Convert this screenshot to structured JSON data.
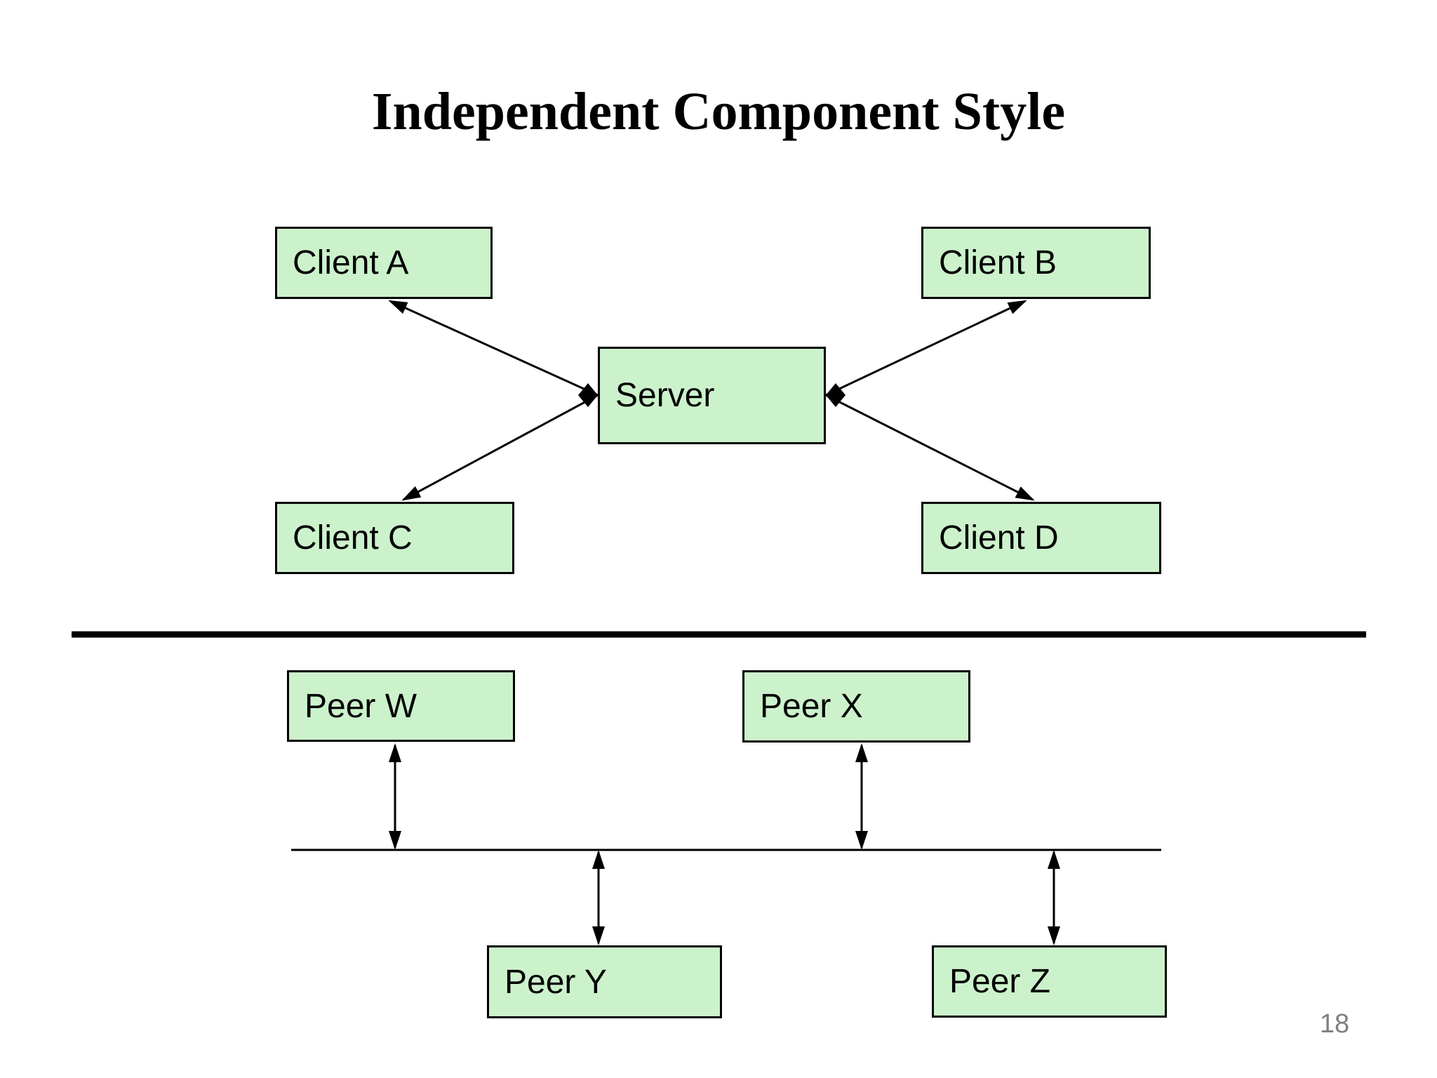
{
  "slide": {
    "title": "Independent Component Style",
    "page_number": "18"
  },
  "nodes": {
    "client_a": "Client A",
    "client_b": "Client B",
    "server": "Server",
    "client_c": "Client C",
    "client_d": "Client D",
    "peer_w": "Peer W",
    "peer_x": "Peer X",
    "peer_y": "Peer Y",
    "peer_z": "Peer Z"
  },
  "edges": [
    {
      "from": "server",
      "to": "client_a",
      "server_end": "filled-diamond",
      "client_end": "arrow"
    },
    {
      "from": "server",
      "to": "client_b",
      "server_end": "filled-diamond",
      "client_end": "arrow"
    },
    {
      "from": "server",
      "to": "client_c",
      "server_end": "filled-diamond",
      "client_end": "arrow"
    },
    {
      "from": "server",
      "to": "client_d",
      "server_end": "filled-diamond",
      "client_end": "arrow"
    },
    {
      "from": "peer_w",
      "to": "bus",
      "style": "double-headed-arrow"
    },
    {
      "from": "peer_x",
      "to": "bus",
      "style": "double-headed-arrow"
    },
    {
      "from": "peer_y",
      "to": "bus",
      "style": "double-headed-arrow"
    },
    {
      "from": "peer_z",
      "to": "bus",
      "style": "double-headed-arrow"
    }
  ],
  "colors": {
    "node_fill": "#ccf2cc",
    "node_border": "#000000",
    "line": "#000000",
    "title": "#000000",
    "page_number": "#808080"
  }
}
